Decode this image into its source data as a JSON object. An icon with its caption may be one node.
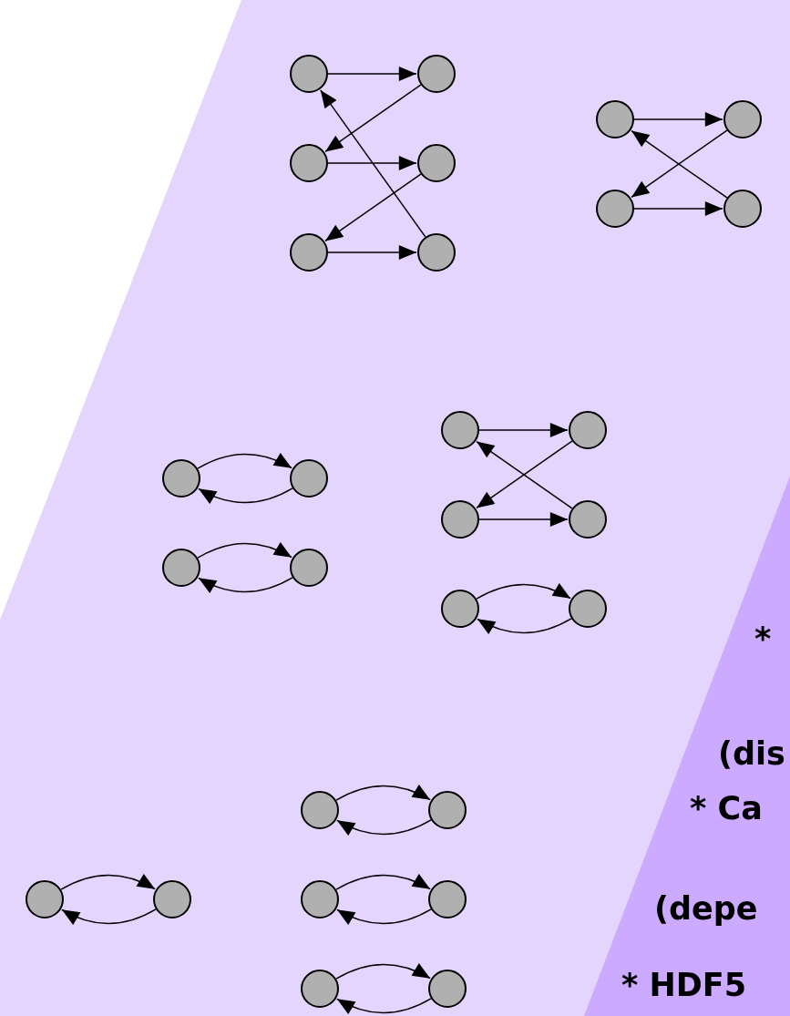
{
  "diagram": {
    "nodes": [
      {
        "text": [],
        "shape": "circle"
      },
      {
        "text": [],
        "shape": "circle"
      },
      {
        "text": [],
        "shape": "circle"
      },
      {
        "text": [],
        "shape": "circle"
      },
      {
        "text": [],
        "shape": "circle"
      },
      {
        "text": [],
        "shape": "circle"
      },
      {
        "text": [],
        "shape": "circle"
      },
      {
        "text": [],
        "shape": "circle"
      },
      {
        "text": [],
        "shape": "circle"
      },
      {
        "text": [],
        "shape": "circle"
      },
      {
        "text": [],
        "shape": "circle"
      },
      {
        "text": [],
        "shape": "circle"
      },
      {
        "text": [],
        "shape": "circle"
      },
      {
        "text": [],
        "shape": "circle"
      },
      {
        "text": [],
        "shape": "circle"
      },
      {
        "text": [],
        "shape": "circle"
      },
      {
        "text": [],
        "shape": "circle"
      },
      {
        "text": [],
        "shape": "circle"
      },
      {
        "text": [],
        "shape": "circle"
      },
      {
        "text": [],
        "shape": "circle"
      },
      {
        "text": [],
        "shape": "circle"
      },
      {
        "text": [],
        "shape": "circle"
      },
      {
        "text": [],
        "shape": "circle"
      },
      {
        "text": [],
        "shape": "circle"
      },
      {
        "text": [],
        "shape": "circle"
      },
      {
        "text": [],
        "shape": "circle"
      },
      {
        "text": [],
        "shape": "circle"
      },
      {
        "text": [],
        "shape": "circle"
      }
    ],
    "edges": [
      {
        "from": 0,
        "to": 1,
        "arrow": "to"
      },
      {
        "from": 1,
        "to": 2,
        "arrow": "to"
      },
      {
        "from": 2,
        "to": 3,
        "arrow": "to"
      },
      {
        "from": 3,
        "to": 4,
        "arrow": "to"
      },
      {
        "from": 4,
        "to": 5,
        "arrow": "to"
      },
      {
        "from": 5,
        "to": 0,
        "arrow": "to"
      },
      {
        "from": 6,
        "to": 7,
        "arrow": "to"
      },
      {
        "from": 7,
        "to": 8,
        "arrow": "to"
      },
      {
        "from": 8,
        "to": 9,
        "arrow": "to"
      },
      {
        "from": 9,
        "to": 6,
        "arrow": "to"
      },
      {
        "from": 10,
        "to": 11,
        "arrow": "to"
      },
      {
        "from": 11,
        "to": 10,
        "arrow": "to"
      },
      {
        "from": 12,
        "to": 13,
        "arrow": "to"
      },
      {
        "from": 13,
        "to": 12,
        "arrow": "to"
      },
      {
        "from": 14,
        "to": 15,
        "arrow": "to"
      },
      {
        "from": 15,
        "to": 16,
        "arrow": "to"
      },
      {
        "from": 16,
        "to": 17,
        "arrow": "to"
      },
      {
        "from": 17,
        "to": 14,
        "arrow": "to"
      },
      {
        "from": 18,
        "to": 19,
        "arrow": "to"
      },
      {
        "from": 19,
        "to": 18,
        "arrow": "to"
      },
      {
        "from": 20,
        "to": 21,
        "arrow": "to"
      },
      {
        "from": 21,
        "to": 20,
        "arrow": "to"
      },
      {
        "from": 22,
        "to": 23,
        "arrow": "to"
      },
      {
        "from": 23,
        "to": 22,
        "arrow": "to"
      },
      {
        "from": 24,
        "to": 25,
        "arrow": "to"
      },
      {
        "from": 25,
        "to": 24,
        "arrow": "to"
      },
      {
        "from": 26,
        "to": 27,
        "arrow": "to"
      },
      {
        "from": 27,
        "to": 26,
        "arrow": "to"
      }
    ],
    "labels": [
      "*",
      "(dis",
      "* Ca",
      "(depe",
      "* HDF5"
    ]
  }
}
